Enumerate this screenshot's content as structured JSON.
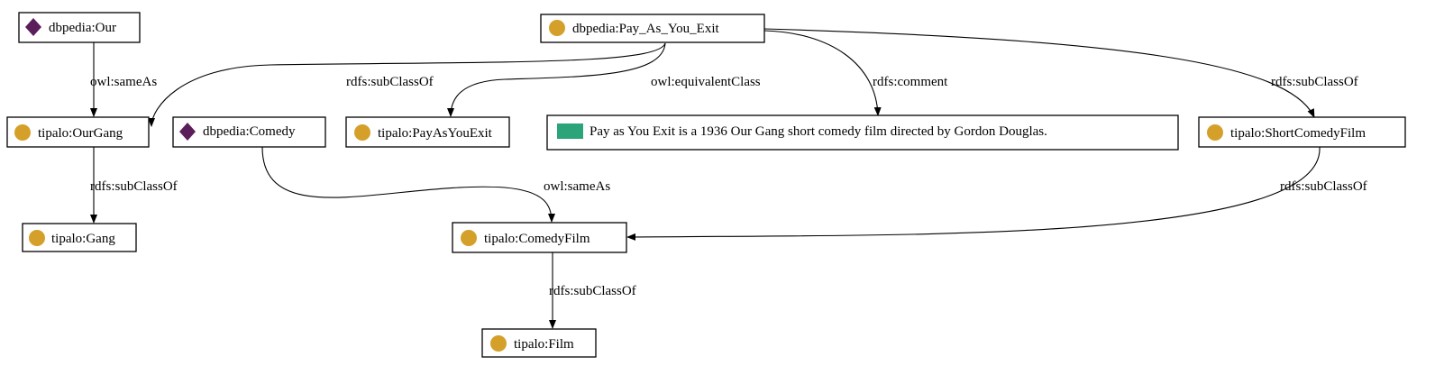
{
  "colors": {
    "class_circle": "#d4a02a",
    "resource_diamond": "#5a1e5a",
    "literal_rect": "#2aa478"
  },
  "nodes": [
    {
      "id": "dbpedia-our",
      "label": "dbpedia:Our",
      "kind": "resource",
      "icon": "diamond-icon"
    },
    {
      "id": "dbpedia-pay-as-you-exit",
      "label": "dbpedia:Pay_As_You_Exit",
      "kind": "class",
      "icon": "circle-icon"
    },
    {
      "id": "tipalo-ourgang",
      "label": "tipalo:OurGang",
      "kind": "class",
      "icon": "circle-icon"
    },
    {
      "id": "dbpedia-comedy",
      "label": "dbpedia:Comedy",
      "kind": "resource",
      "icon": "diamond-icon"
    },
    {
      "id": "tipalo-payasyouexit",
      "label": "tipalo:PayAsYouExit",
      "kind": "class",
      "icon": "circle-icon"
    },
    {
      "id": "comment-literal",
      "label": "Pay as You Exit is a 1936 Our Gang short comedy film directed by Gordon Douglas.",
      "kind": "literal",
      "icon": "literal-icon"
    },
    {
      "id": "tipalo-shortcomedyfilm",
      "label": "tipalo:ShortComedyFilm",
      "kind": "class",
      "icon": "circle-icon"
    },
    {
      "id": "tipalo-gang",
      "label": "tipalo:Gang",
      "kind": "class",
      "icon": "circle-icon"
    },
    {
      "id": "tipalo-comedyfilm",
      "label": "tipalo:ComedyFilm",
      "kind": "class",
      "icon": "circle-icon"
    },
    {
      "id": "tipalo-film",
      "label": "tipalo:Film",
      "kind": "class",
      "icon": "circle-icon"
    }
  ],
  "edges": [
    {
      "from": "dbpedia-our",
      "to": "tipalo-ourgang",
      "label": "owl:sameAs"
    },
    {
      "from": "dbpedia-pay-as-you-exit",
      "to": "tipalo-ourgang",
      "label": "rdfs:subClassOf"
    },
    {
      "from": "dbpedia-pay-as-you-exit",
      "to": "tipalo-payasyouexit",
      "label": "owl:equivalentClass"
    },
    {
      "from": "dbpedia-pay-as-you-exit",
      "to": "comment-literal",
      "label": "rdfs:comment"
    },
    {
      "from": "dbpedia-pay-as-you-exit",
      "to": "tipalo-shortcomedyfilm",
      "label": "rdfs:subClassOf"
    },
    {
      "from": "tipalo-ourgang",
      "to": "tipalo-gang",
      "label": "rdfs:subClassOf"
    },
    {
      "from": "dbpedia-comedy",
      "to": "tipalo-comedyfilm",
      "label": "owl:sameAs"
    },
    {
      "from": "tipalo-shortcomedyfilm",
      "to": "tipalo-comedyfilm",
      "label": "rdfs:subClassOf"
    },
    {
      "from": "tipalo-comedyfilm",
      "to": "tipalo-film",
      "label": "rdfs:subClassOf"
    }
  ]
}
